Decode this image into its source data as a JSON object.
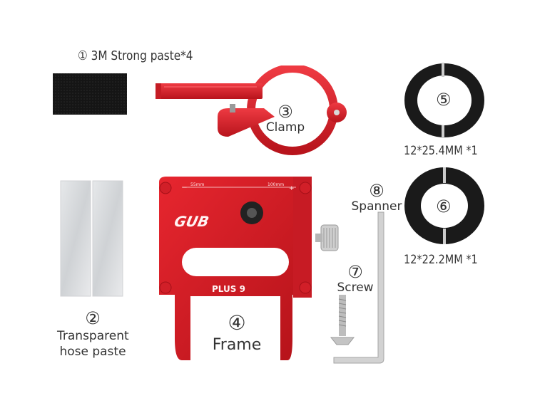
{
  "items": [
    {
      "number": "①",
      "label": "3M Strong paste*4"
    },
    {
      "number": "②",
      "label_line1": "Transparent",
      "label_line2": "hose paste"
    },
    {
      "number": "③",
      "label": "Clamp"
    },
    {
      "number": "④",
      "label": "Frame"
    },
    {
      "number": "⑤",
      "label": "12*25.4MM  *1"
    },
    {
      "number": "⑥",
      "label": "12*22.2MM  *1"
    },
    {
      "number": "⑦",
      "label": "Screw"
    },
    {
      "number": "⑧",
      "label": "Spanner"
    }
  ],
  "frame_marks": {
    "brand": "GUB",
    "model": "PLUS 9",
    "scale_left": "55mm",
    "scale_right": "100mm"
  },
  "colors": {
    "red": "#d7232c",
    "black": "#1c1c1c"
  }
}
